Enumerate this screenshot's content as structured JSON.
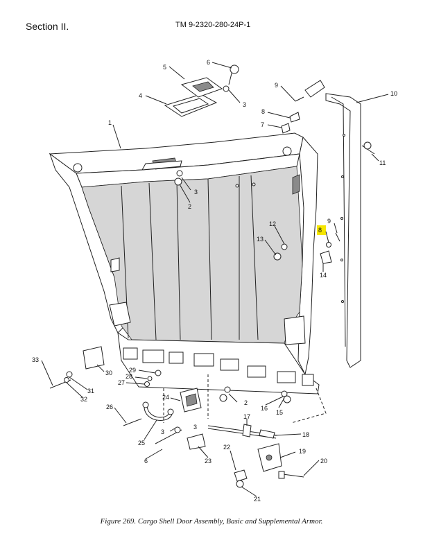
{
  "header": {
    "section": "Section II.",
    "tm_number": "TM 9-2320-280-24P-1"
  },
  "callouts": [
    {
      "label": "1"
    },
    {
      "label": "2"
    },
    {
      "label": "3"
    },
    {
      "label": "2"
    },
    {
      "label": "3"
    },
    {
      "label": "3"
    },
    {
      "label": "4"
    },
    {
      "label": "5"
    },
    {
      "label": "6"
    },
    {
      "label": "3"
    },
    {
      "label": "7"
    },
    {
      "label": "8"
    },
    {
      "label": "9"
    },
    {
      "label": "10"
    },
    {
      "label": "11"
    },
    {
      "label": "12"
    },
    {
      "label": "13"
    },
    {
      "label": "8"
    },
    {
      "label": "9"
    },
    {
      "label": "14"
    },
    {
      "label": "15"
    },
    {
      "label": "16"
    },
    {
      "label": "17"
    },
    {
      "label": "18"
    },
    {
      "label": "19"
    },
    {
      "label": "20"
    },
    {
      "label": "21"
    },
    {
      "label": "22"
    },
    {
      "label": "23"
    },
    {
      "label": "24"
    },
    {
      "label": "25"
    },
    {
      "label": "26"
    },
    {
      "label": "27"
    },
    {
      "label": "28"
    },
    {
      "label": "29"
    },
    {
      "label": "30"
    },
    {
      "label": "31"
    },
    {
      "label": "32"
    },
    {
      "label": "33"
    },
    {
      "label": "6"
    }
  ],
  "highlight_color": "#f5e600",
  "caption": "Figure 269.  Cargo Shell Door Assembly, Basic and Supplemental Armor."
}
